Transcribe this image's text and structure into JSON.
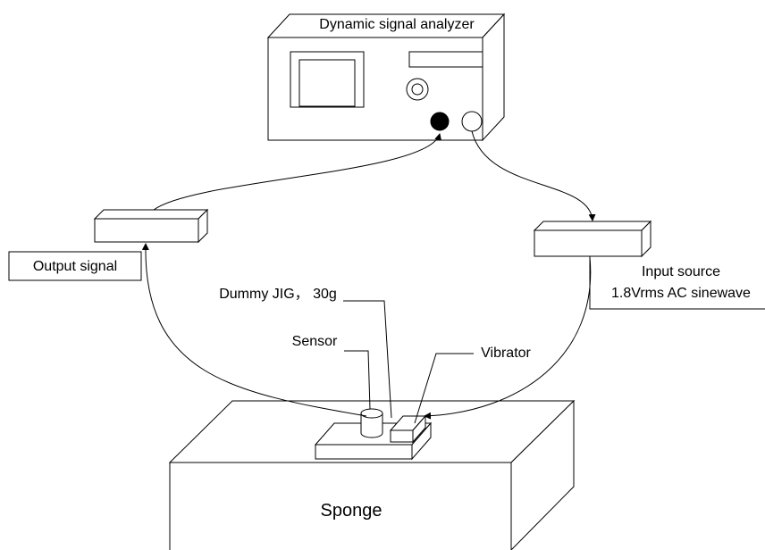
{
  "labels": {
    "analyzer": "Dynamic signal analyzer",
    "output_signal": "Output signal",
    "input_source_line1": "Input source",
    "input_source_line2": "1.8Vrms AC sinewave",
    "dummy_jig": "Dummy JIG， 30g",
    "sensor": "Sensor",
    "vibrator": "Vibrator",
    "sponge": "Sponge"
  },
  "colors": {
    "stroke": "#000000",
    "background": "#ffffff",
    "output_port": "#000000"
  }
}
